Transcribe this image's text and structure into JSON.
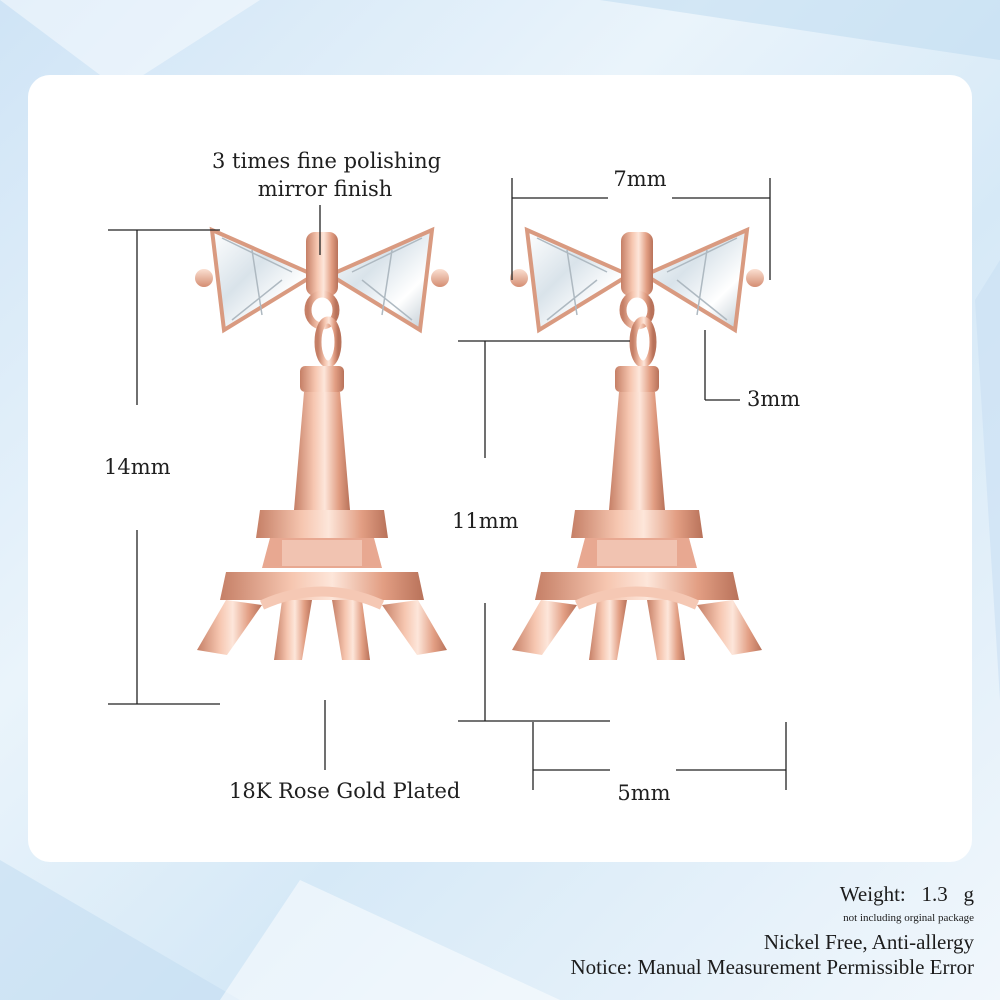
{
  "annotations": {
    "polish_line1": "3 times fine polishing",
    "polish_line2": "mirror finish",
    "dim_width_top": "7mm",
    "dim_stone": "3mm",
    "dim_height_total": "14mm",
    "dim_height_tower": "11mm",
    "dim_width_base": "5mm",
    "material": "18K Rose Gold Plated"
  },
  "specs": {
    "weight_label": "Weight:",
    "weight_value": "1.3",
    "weight_unit": "g",
    "weight_note": "not including orginal package",
    "feature": "Nickel Free, Anti-allergy",
    "notice": "Notice: Manual Measurement Permissible Error"
  },
  "colors": {
    "rose_gold": "#e9a98f",
    "rose_gold_dark": "#c07b62",
    "rose_gold_light": "#fbe1d4",
    "crystal": "#e6eef4",
    "dimension_line": "#222222"
  }
}
